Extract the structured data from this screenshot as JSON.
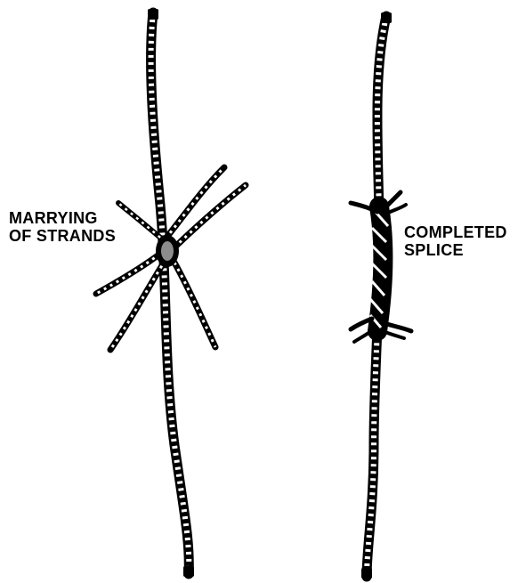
{
  "labels": {
    "marrying_line1": "MARRYING",
    "marrying_line2": "OF STRANDS",
    "splice_line1": "COMPLETED",
    "splice_line2": "SPLICE"
  },
  "colors": {
    "ink": "#000000",
    "background": "#ffffff"
  }
}
